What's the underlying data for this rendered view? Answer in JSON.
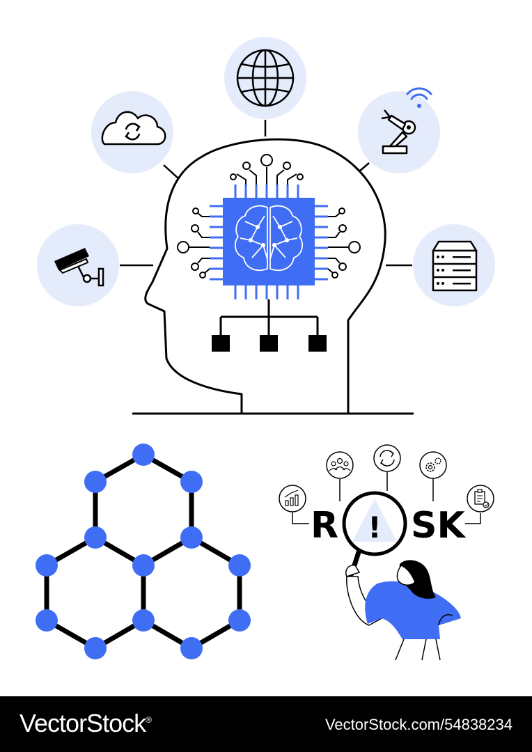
{
  "illustration": {
    "risk_word_left": "R",
    "risk_word_right": "SK",
    "risk_symbol": "!",
    "accent_color": "#3f6ef5",
    "circle_fill": "#e4ebfb",
    "icons": [
      "globe-icon",
      "cloud-sync-icon",
      "robot-arm-icon",
      "wifi-icon",
      "security-camera-icon",
      "server-icon",
      "chip-icon",
      "brain-icon",
      "hexagon-network-icon",
      "magnifier-icon",
      "person-icon",
      "chart-icon",
      "team-icon",
      "refresh-icon",
      "gears-icon",
      "clipboard-icon",
      "warning-icon"
    ]
  },
  "footer": {
    "brand": "VectorStock",
    "registered_mark": "®",
    "url_id": "VectorStock.com/54838234"
  }
}
